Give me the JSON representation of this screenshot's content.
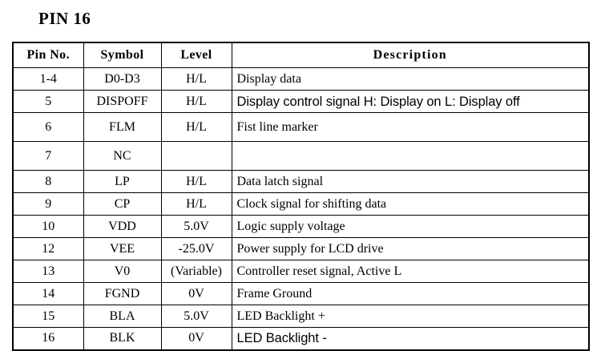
{
  "page": {
    "title": "PIN 16",
    "background_color": "#ffffff",
    "text_color": "#000000",
    "border_color": "#000000"
  },
  "table": {
    "name": "pin-assignment-table",
    "columns": [
      {
        "key": "pin",
        "label": "Pin No."
      },
      {
        "key": "symbol",
        "label": "Symbol"
      },
      {
        "key": "level",
        "label": "Level"
      },
      {
        "key": "description",
        "label": "Description"
      }
    ],
    "rows": [
      {
        "pin": "1-4",
        "symbol": "D0-D3",
        "level": "H/L",
        "description": "Display data",
        "desc_font": "serif",
        "height": "normal"
      },
      {
        "pin": "5",
        "symbol": "DISPOFF",
        "level": "H/L",
        "description": "Display control signal H: Display on L: Display off",
        "desc_font": "sans",
        "height": "normal"
      },
      {
        "pin": "6",
        "symbol": "FLM",
        "level": "H/L",
        "description": "Fist line marker",
        "desc_font": "serif",
        "height": "tall"
      },
      {
        "pin": "7",
        "symbol": "NC",
        "level": "",
        "description": "",
        "desc_font": "serif",
        "height": "tall"
      },
      {
        "pin": "8",
        "symbol": "LP",
        "level": "H/L",
        "description": "Data latch signal",
        "desc_font": "serif",
        "height": "normal"
      },
      {
        "pin": "9",
        "symbol": "CP",
        "level": "H/L",
        "description": "Clock signal for shifting data",
        "desc_font": "serif",
        "height": "normal"
      },
      {
        "pin": "10",
        "symbol": "VDD",
        "level": "5.0V",
        "description": "Logic supply voltage",
        "desc_font": "serif",
        "height": "normal"
      },
      {
        "pin": "12",
        "symbol": "VEE",
        "level": "-25.0V",
        "description": "Power supply for LCD drive",
        "desc_font": "serif",
        "height": "normal"
      },
      {
        "pin": "13",
        "symbol": "V0",
        "level": "(Variable)",
        "description": "Controller reset signal, Active L",
        "desc_font": "serif",
        "height": "normal"
      },
      {
        "pin": "14",
        "symbol": "FGND",
        "level": "0V",
        "description": "Frame Ground",
        "desc_font": "serif",
        "height": "normal"
      },
      {
        "pin": "15",
        "symbol": "BLA",
        "level": "5.0V",
        "description": "LED Backlight +",
        "desc_font": "serif",
        "height": "normal"
      },
      {
        "pin": "16",
        "symbol": "BLK",
        "level": "0V",
        "description": "LED Backlight -",
        "desc_font": "sans",
        "height": "normal"
      }
    ]
  }
}
